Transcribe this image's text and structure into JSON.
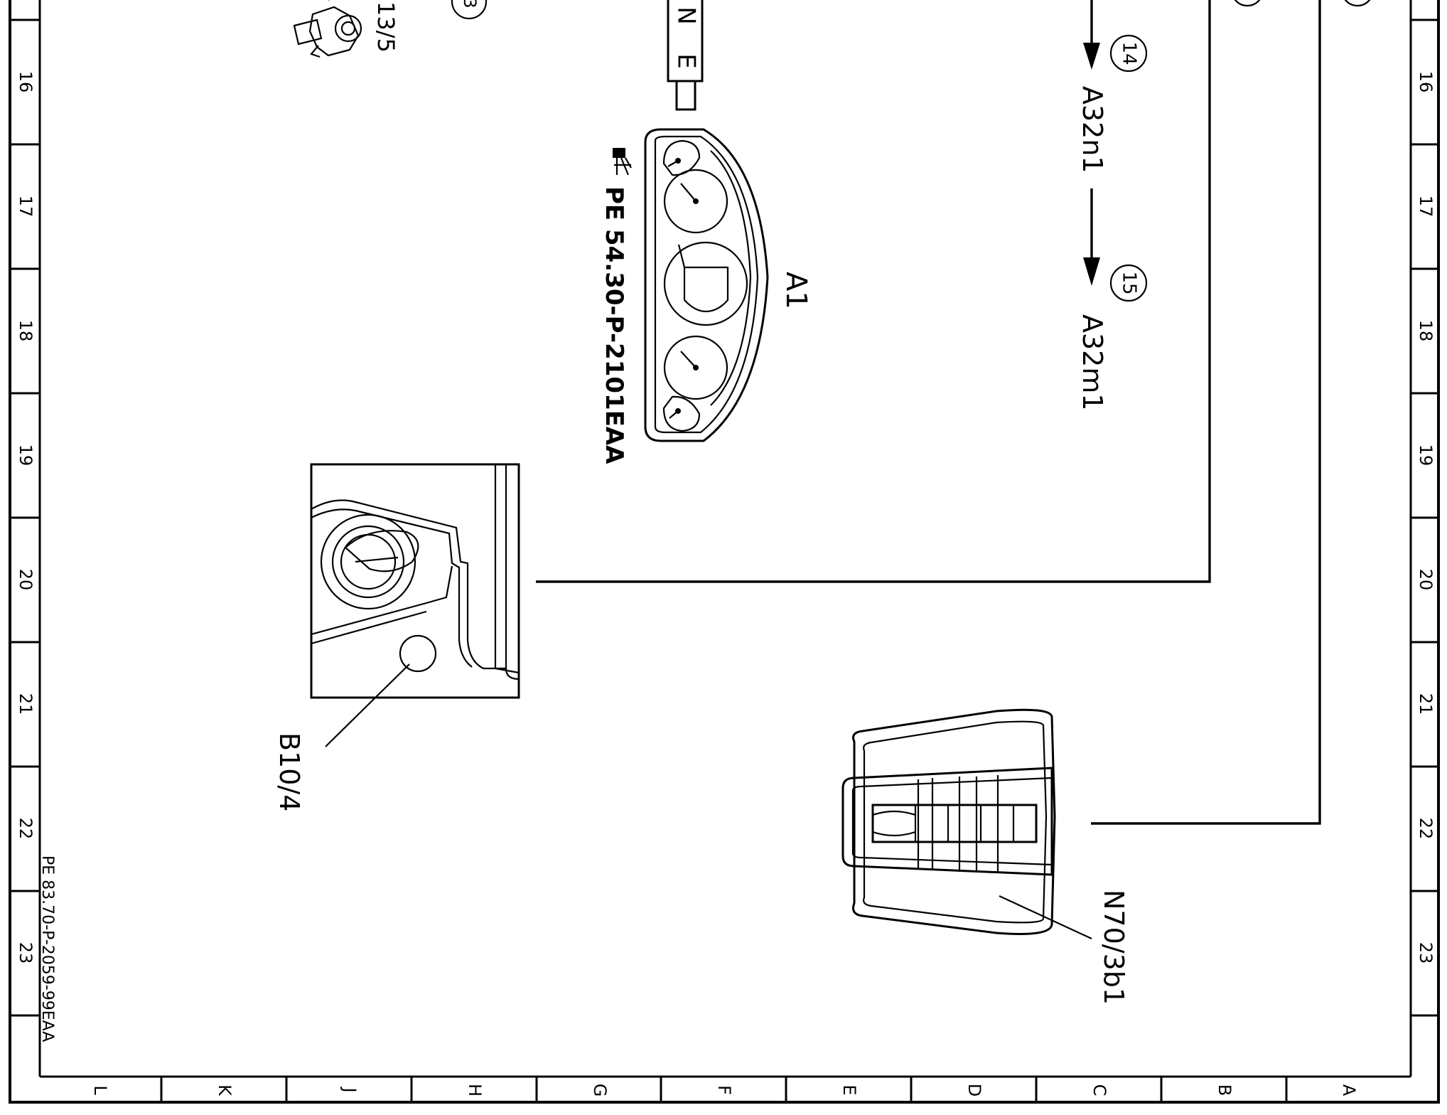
{
  "border": {
    "row_numbers": [
      "16",
      "17",
      "18",
      "19",
      "20",
      "21",
      "22",
      "23"
    ],
    "column_letters": [
      "L",
      "K",
      "J",
      "H",
      "G",
      "F",
      "E",
      "D",
      "C",
      "B",
      "A"
    ]
  },
  "document_number": "PE 83.70-P-2059-99EAA",
  "components": {
    "a1": {
      "label": "A1",
      "reference": "PE 54.30-P-2101EAA"
    },
    "b10_4": {
      "label": "B10/4"
    },
    "n70_3b1": {
      "label": "N70/3b1"
    },
    "connector_13_5": {
      "label": "13/5"
    },
    "connector_nee": {
      "letters": [
        "N",
        "E"
      ]
    }
  },
  "destinations": [
    {
      "number": "14",
      "target": "A32n1"
    },
    {
      "number": "15",
      "target": "A32m1"
    }
  ],
  "top_partial_marker": "3"
}
